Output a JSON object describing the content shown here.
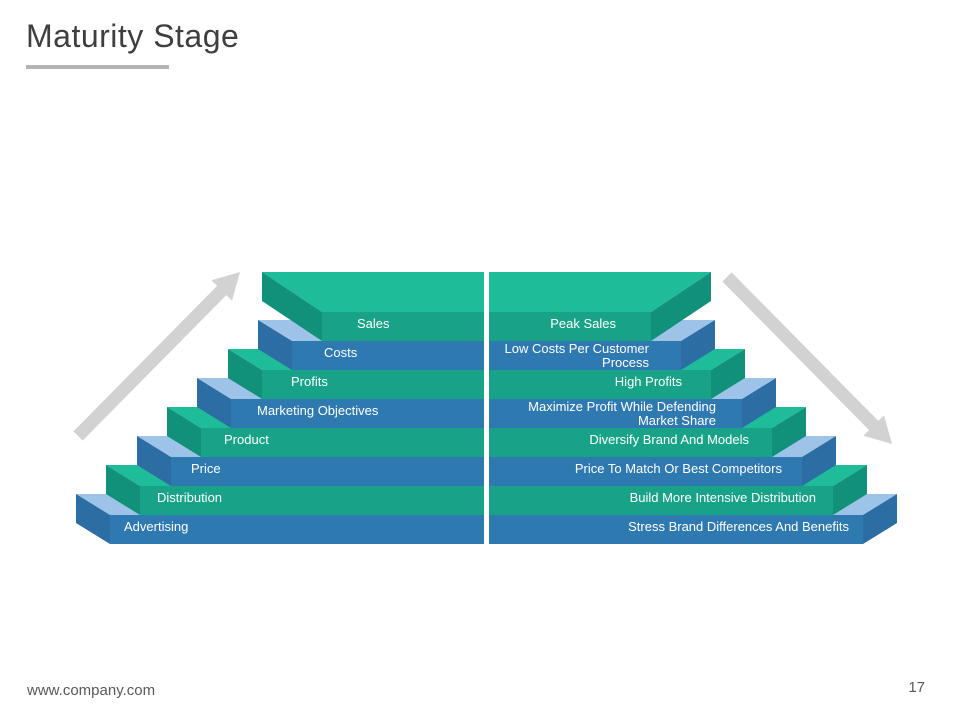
{
  "title": "Maturity Stage",
  "footer": {
    "website": "www.company.com",
    "page_number": "17"
  },
  "palette": {
    "green_front": "#18A389",
    "green_top": "#1FBC9A",
    "green_side": "#12917A",
    "blue_front": "#2F79B1",
    "blue_top": "#9DC3E8",
    "blue_side": "#2C6DA4",
    "arrow": "#D2D2D2",
    "label_text": "#FFFFFF",
    "title_text": "#3F3F3F",
    "underline": "#B5B5B5",
    "footer_text": "#595959"
  },
  "diagram": {
    "left": {
      "arrow_direction": "ascending-up-right",
      "steps": [
        {
          "label": "Sales",
          "color": "green"
        },
        {
          "label": "Costs",
          "color": "blue"
        },
        {
          "label": "Profits",
          "color": "green"
        },
        {
          "label": "Marketing Objectives",
          "color": "blue"
        },
        {
          "label": "Product",
          "color": "green"
        },
        {
          "label": "Price",
          "color": "blue"
        },
        {
          "label": "Distribution",
          "color": "green"
        },
        {
          "label": "Advertising",
          "color": "blue"
        }
      ]
    },
    "right": {
      "arrow_direction": "descending-down-right",
      "steps": [
        {
          "label": "Peak Sales",
          "color": "green"
        },
        {
          "label": "Low Costs Per Customer Process",
          "color": "blue",
          "lines": [
            "Low Costs Per Customer",
            "Process"
          ]
        },
        {
          "label": "High Profits",
          "color": "green"
        },
        {
          "label": "Maximize Profit While Defending Market Share",
          "color": "blue",
          "lines": [
            "Maximize Profit While Defending",
            "Market Share"
          ]
        },
        {
          "label": "Diversify Brand And Models",
          "color": "green"
        },
        {
          "label": "Price To Match Or Best Competitors",
          "color": "blue"
        },
        {
          "label": "Build More Intensive Distribution",
          "color": "green"
        },
        {
          "label": "Stress Brand Differences And Benefits",
          "color": "blue"
        }
      ]
    }
  }
}
